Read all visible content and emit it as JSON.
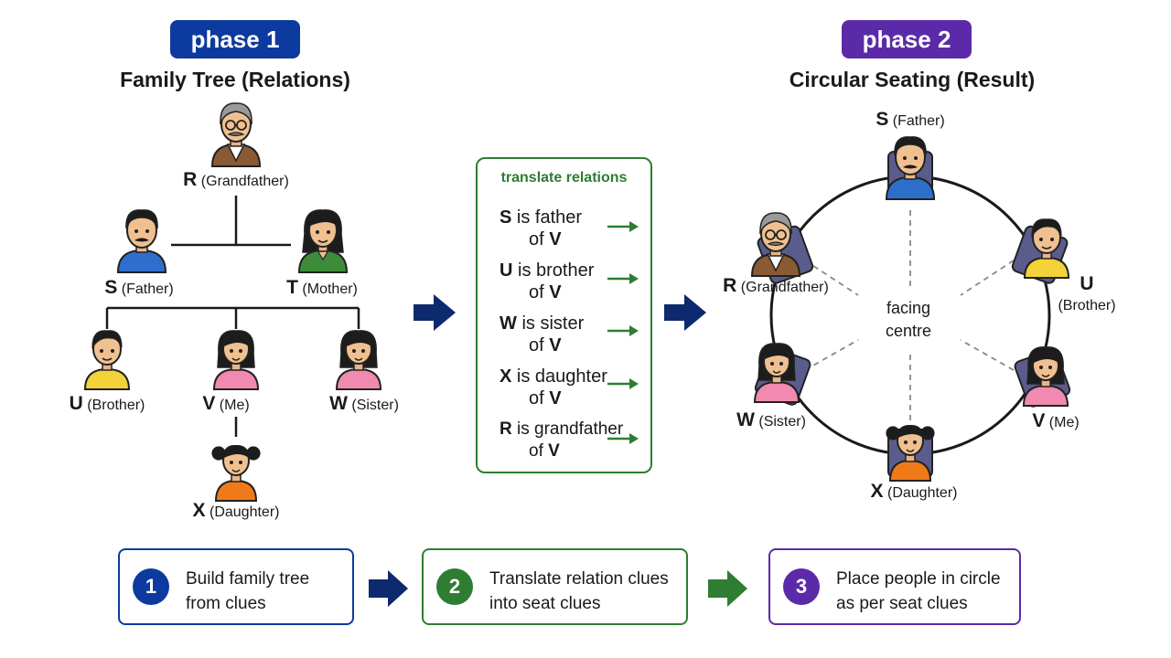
{
  "phase1": {
    "badge": "phase 1",
    "title": "Family Tree (Relations)",
    "badge_color": "#0d3a9e",
    "people": {
      "R": {
        "letter": "R",
        "relation": "(Grandfather)"
      },
      "S": {
        "letter": "S",
        "relation": "(Father)"
      },
      "T": {
        "letter": "T",
        "relation": "(Mother)"
      },
      "U": {
        "letter": "U",
        "relation": "(Brother)"
      },
      "V": {
        "letter": "V",
        "relation": "(Me)"
      },
      "W": {
        "letter": "W",
        "relation": "(Sister)"
      },
      "X": {
        "letter": "X",
        "relation": "(Daughter)"
      }
    }
  },
  "translate": {
    "title": "translate relations",
    "items": [
      {
        "subject": "S",
        "relation": "is father",
        "object": "V",
        "line2_prefix": "of"
      },
      {
        "subject": "U",
        "relation": "is brother",
        "object": "V",
        "line2_prefix": "of"
      },
      {
        "subject": "W",
        "relation": "is sister",
        "object": "V",
        "line2_prefix": "of"
      },
      {
        "subject": "X",
        "relation": "is daughter",
        "object": "V",
        "line2_prefix": "of"
      },
      {
        "subject": "R",
        "relation": "is grandfather",
        "object": "V",
        "line2_prefix": "of"
      }
    ],
    "color": "#2e7d32"
  },
  "phase2": {
    "badge": "phase 2",
    "title": "Circular Seating (Result)",
    "badge_color": "#5b2aa8",
    "center_line1": "facing",
    "center_line2": "centre",
    "seats": {
      "S": {
        "letter": "S",
        "relation": "(Father)"
      },
      "U": {
        "letter": "U",
        "relation": "(Brother)"
      },
      "V": {
        "letter": "V",
        "relation": "(Me)"
      },
      "X": {
        "letter": "X",
        "relation": "(Daughter)"
      },
      "W": {
        "letter": "W",
        "relation": "(Sister)"
      },
      "R": {
        "letter": "R",
        "relation": "(Grandfather)"
      }
    }
  },
  "steps": [
    {
      "number": "1",
      "line1": "Build family tree",
      "line2": "from clues",
      "color": "#0d3a9e"
    },
    {
      "number": "2",
      "line1": "Translate relation clues",
      "line2": "into seat clues",
      "color": "#2e7d32"
    },
    {
      "number": "3",
      "line1": "Place people in circle",
      "line2": "as per seat clues",
      "color": "#5b2aa8"
    }
  ],
  "icons": [
    "grandfather-avatar",
    "man-avatar",
    "woman-avatar",
    "boy-avatar",
    "girl-avatar",
    "chair-icon",
    "arrow-right-icon"
  ]
}
